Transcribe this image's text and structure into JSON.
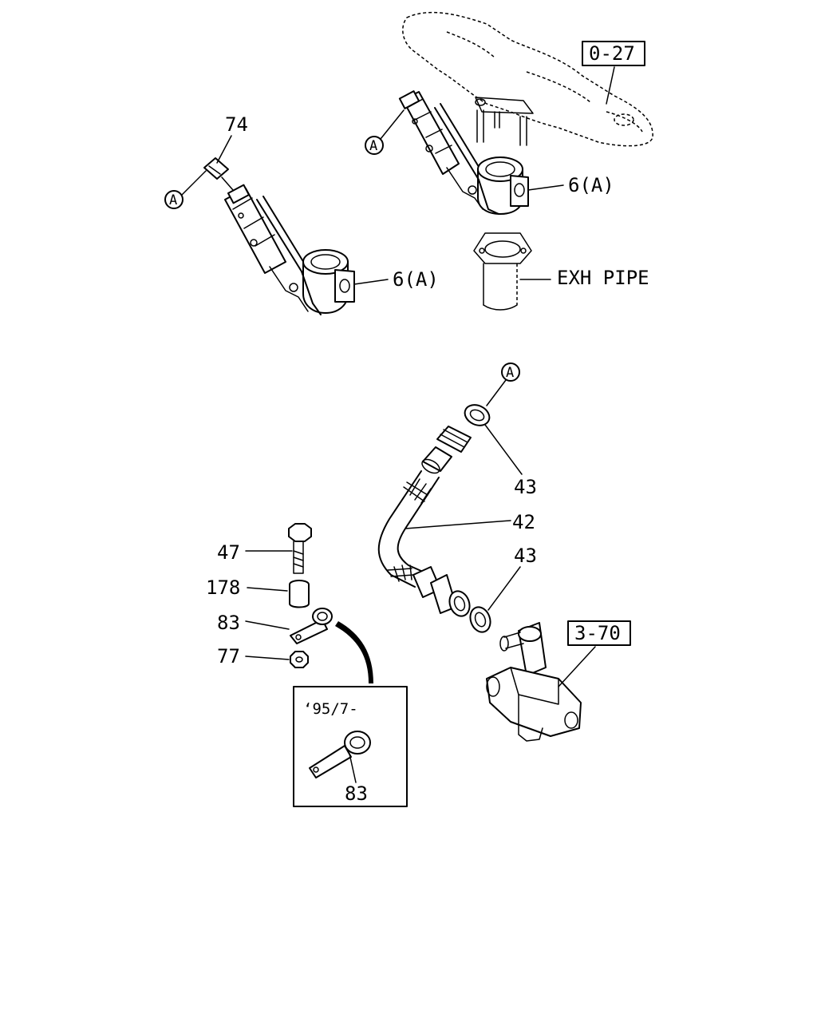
{
  "references": {
    "ref_0_27": "0-27",
    "ref_3_70": "3-70"
  },
  "callouts": {
    "part_74": "74",
    "part_6a_upper": "6(A)",
    "part_6a_lower": "6(A)",
    "exh_pipe": "EXH PIPE",
    "part_43_upper": "43",
    "part_42": "42",
    "part_43_lower": "43",
    "part_47": "47",
    "part_178": "178",
    "part_83": "83",
    "part_77": "77",
    "inset_date": "‘95/7-",
    "inset_part_83": "83"
  },
  "markers": {
    "marker_a": "A"
  }
}
